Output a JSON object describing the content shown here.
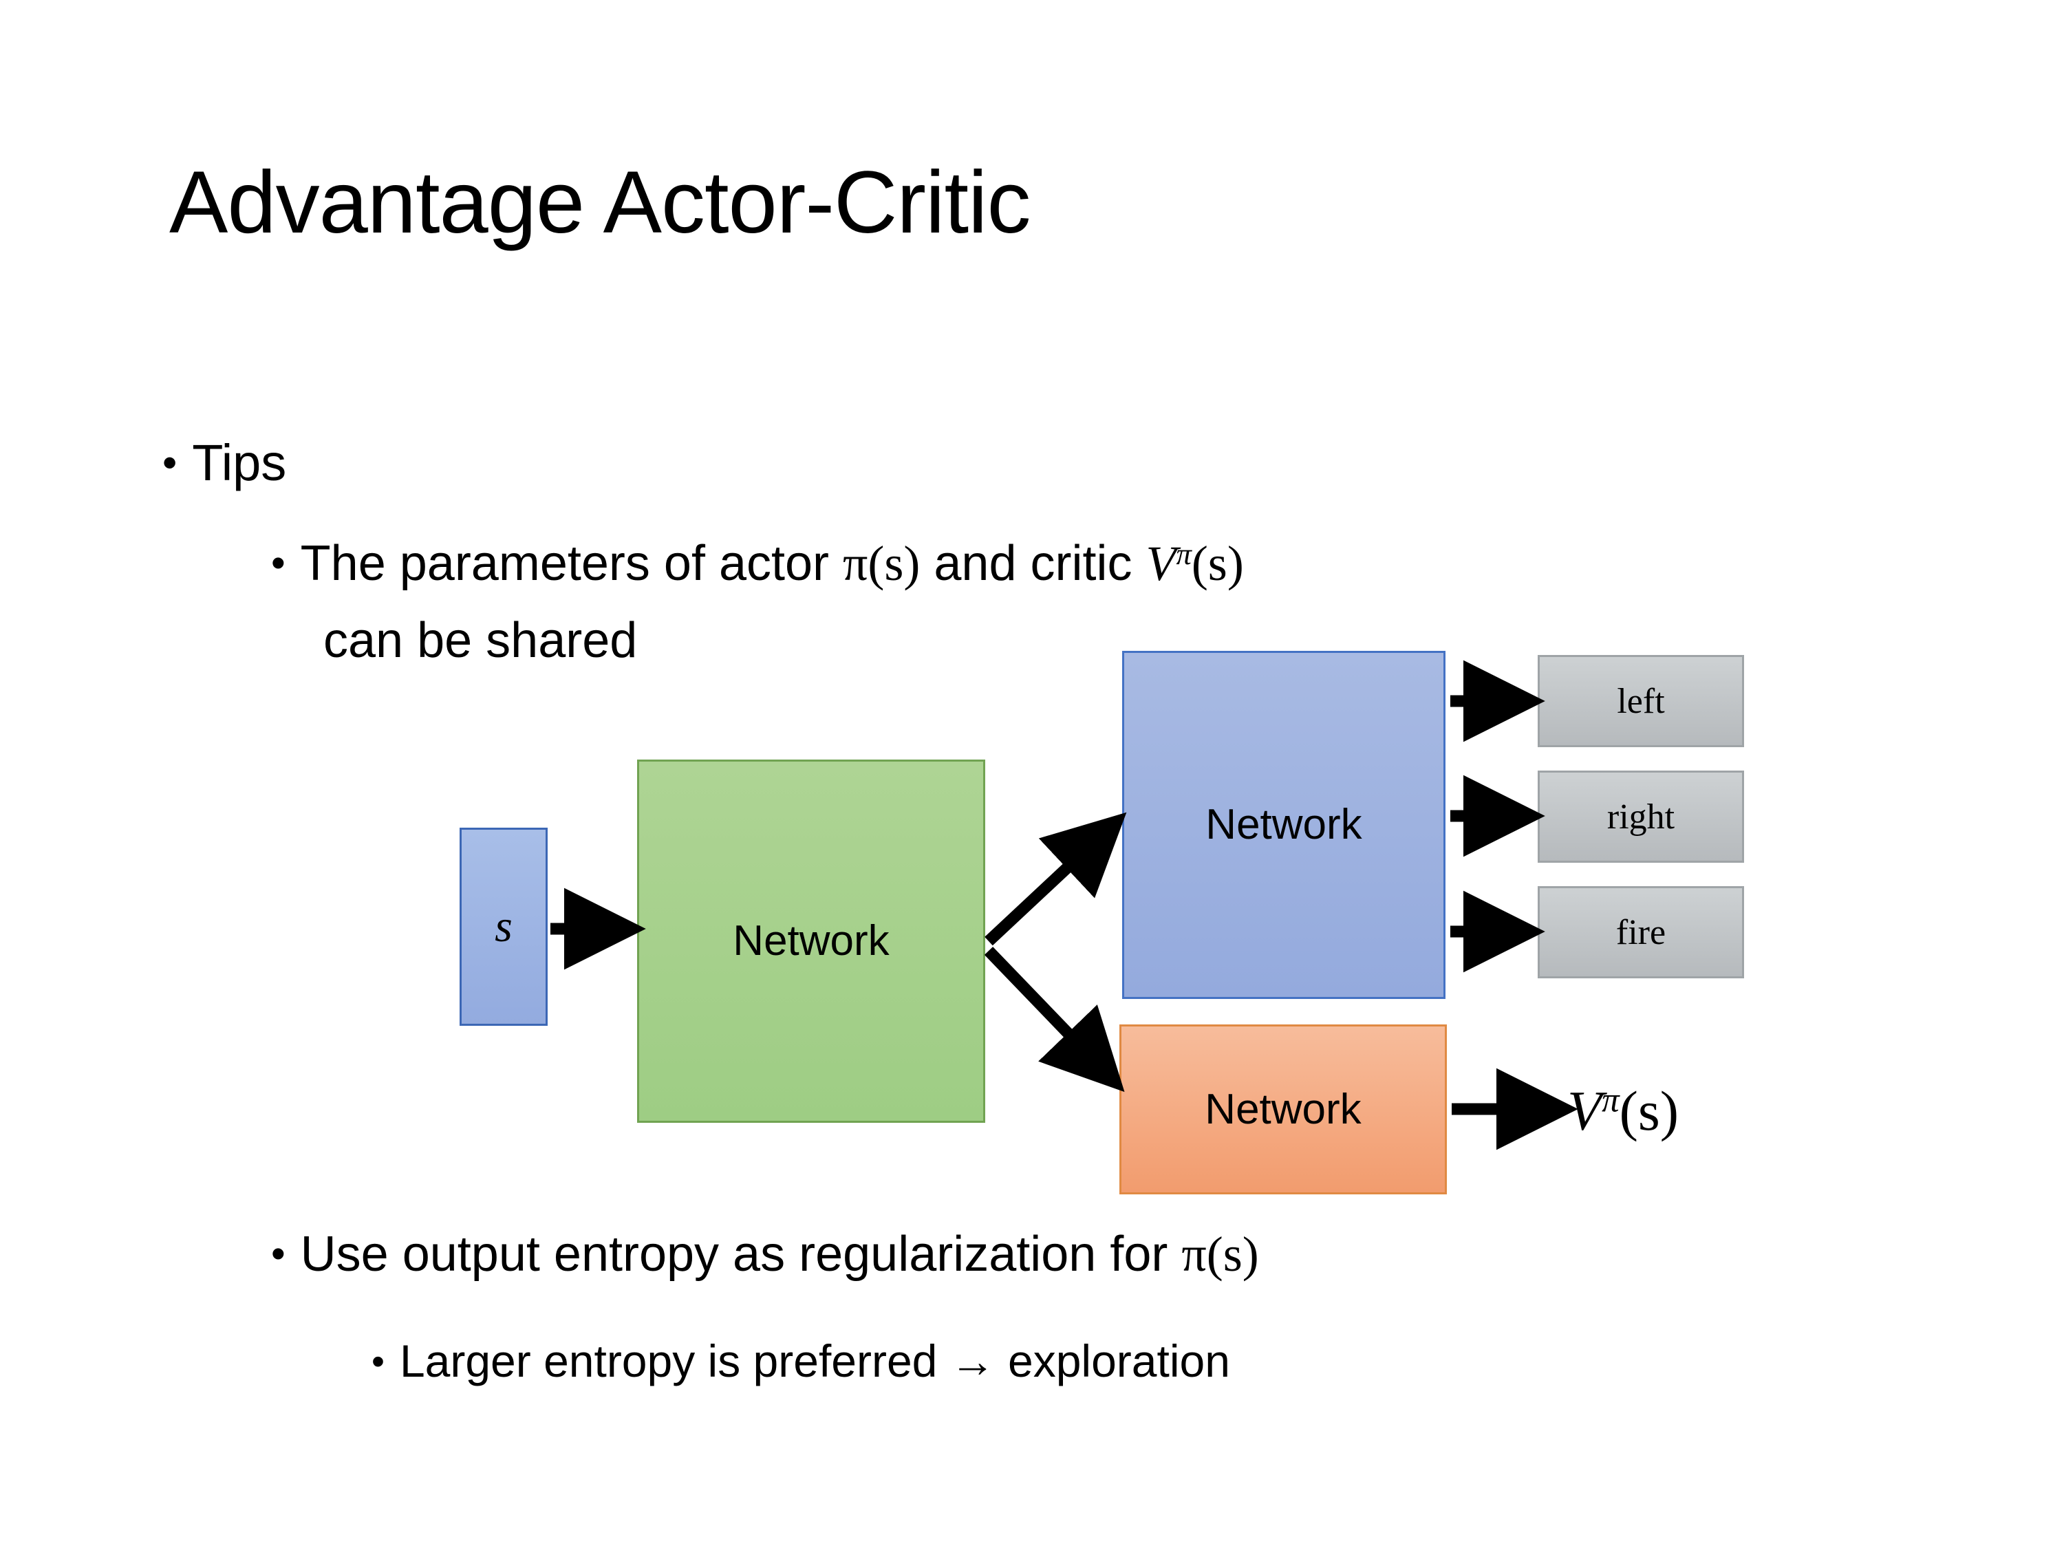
{
  "slide": {
    "title": "Advantage Actor-Critic",
    "background_color": "#FFFFFF"
  },
  "bullets": {
    "tips": {
      "marker": "•",
      "text": "Tips"
    },
    "params_line1_pre": "The parameters of actor ",
    "params_pi": "π",
    "params_pi_arg": "(s)",
    "params_mid": "  and critic ",
    "params_v": "V",
    "params_v_sup": "π",
    "params_v_arg": "(s)",
    "params_line2": "can be shared",
    "entropy_pre": "Use output entropy as regularization for ",
    "entropy_pi": "π",
    "entropy_pi_arg": "(s)",
    "larger": "Larger entropy is preferred → exploration",
    "marker": "•"
  },
  "diagram": {
    "state_box": {
      "label": "s",
      "fill": "#9AB0E0",
      "border": "#3C67B5"
    },
    "shared_network": {
      "label": "Network",
      "fill": "#A5D18B",
      "border": "#71A352"
    },
    "actor_network": {
      "label": "Network",
      "fill": "#9CB1DF",
      "border": "#4472C4"
    },
    "critic_network": {
      "label": "Network",
      "fill": "#F4A87C",
      "border": "#E08A43"
    },
    "action_outputs": [
      {
        "label": "left",
        "fill": "#C2C6C9",
        "border": "#9FA4A7"
      },
      {
        "label": "right",
        "fill": "#C2C6C9",
        "border": "#9FA4A7"
      },
      {
        "label": "fire",
        "fill": "#C2C6C9",
        "border": "#9FA4A7"
      }
    ],
    "critic_output": {
      "symbol": "V",
      "superscript": "π",
      "argument": "(s)"
    },
    "arrow_color": "#000000"
  }
}
